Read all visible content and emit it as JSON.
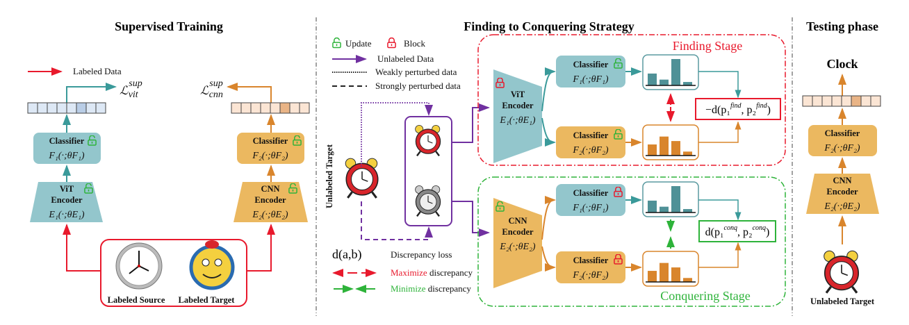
{
  "sections": {
    "supervised_title": "Supervised Training",
    "strategy_title": "Finding to Conquering Strategy",
    "testing_title": "Testing phase"
  },
  "supervised": {
    "legend_labeled": "Labeled Data",
    "loss_vit": "ℒ",
    "loss_vit_sup": "sup",
    "loss_vit_sub": "vit",
    "loss_cnn": "ℒ",
    "loss_cnn_sup": "sup",
    "loss_cnn_sub": "cnn",
    "vit_classifier": {
      "title": "Classifier",
      "formula": "F₁(·;θF₁)"
    },
    "vit_encoder": {
      "line1": "ViT",
      "line2": "Encoder",
      "formula": "E₁(·;θE₁)"
    },
    "cnn_classifier": {
      "title": "Classifier",
      "formula": "F₂(·;θF₂)"
    },
    "cnn_encoder": {
      "line1": "CNN",
      "line2": "Encoder",
      "formula": "E₂(·;θE₂)"
    },
    "source_label": "Labeled Source",
    "target_label": "Labeled Target",
    "vector_highlight_index": 5
  },
  "strategy": {
    "legend": {
      "update": "Update",
      "block": "Block",
      "unlabeled": "Unlabeled Data",
      "weak": "Weakly perturbed data",
      "strong": "Strongly perturbed data",
      "discrepancy_symbol": "d(a,b)",
      "discrepancy": "Discrepancy loss",
      "maximize_word": "Maximize",
      "minimize_word": "Minimize",
      "discrepancy_word": " discrepancy"
    },
    "unlabeled_target": "Unlabeled Target",
    "finding_stage": "Finding Stage",
    "conquering_stage": "Conquering Stage",
    "vit_encoder": {
      "line1": "ViT",
      "line2": "Encoder",
      "formula": "E₁(·;θE₁)"
    },
    "cnn_encoder": {
      "line1": "CNN",
      "line2": "Encoder",
      "formula": "E₂(·;θE₂)"
    },
    "classifier_title": "Classifier",
    "f1_formula": "F₁(·;θF₁)",
    "f2_formula": "F₂(·;θF₂)",
    "find_loss": "−d(p₁",
    "find_sup": "find",
    "find_mid": ", p₂",
    "find_end": ")",
    "conq_loss": "d(p₁",
    "conq_sup": "conq",
    "conq_mid": ", p₂",
    "conq_end": ")",
    "hist_teal": [
      0.45,
      0.22,
      1.0,
      0.13
    ],
    "hist_orange": [
      0.42,
      0.72,
      0.55,
      0.15
    ]
  },
  "testing": {
    "output": "Clock",
    "classifier": {
      "title": "Classifier",
      "formula": "F₂(·;θF₂)"
    },
    "encoder": {
      "line1": "CNN",
      "line2": "Encoder",
      "formula": "E₂(·;θE₂)"
    },
    "input_label": "Unlabeled Target"
  },
  "colors": {
    "teal": "#93c6cc",
    "teal_line": "#3a9a9a",
    "orange": "#ebb860",
    "orange_line": "#d9852c",
    "red": "#e8192c",
    "green": "#2eb33a",
    "purple": "#7030a0"
  }
}
